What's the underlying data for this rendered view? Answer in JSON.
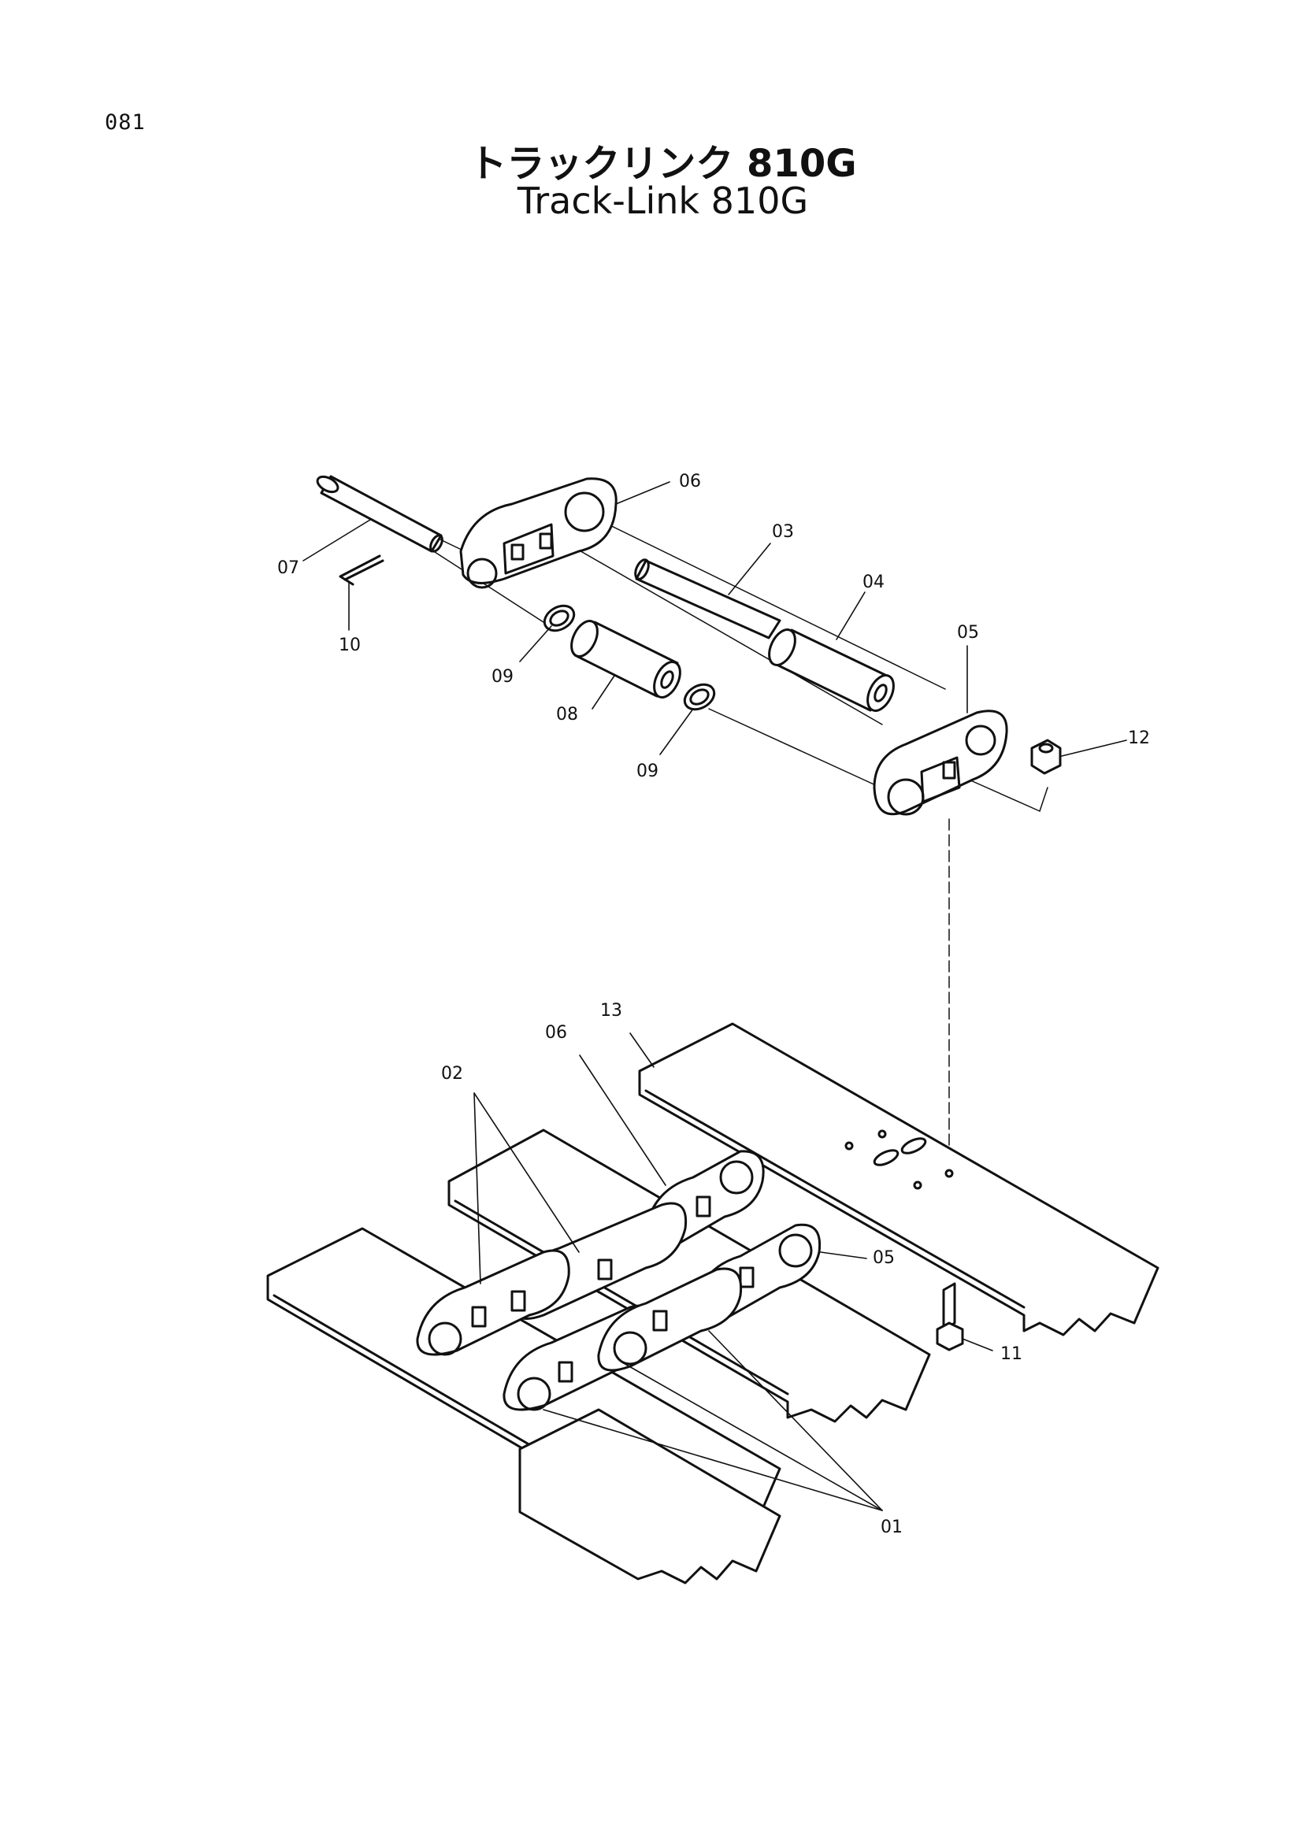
{
  "page_number": "081",
  "title_ja": "トラックリンク 810G",
  "title_en": "Track-Link 810G",
  "callouts": {
    "c01": "01",
    "c02": "02",
    "c03": "03",
    "c04": "04",
    "c05_top": "05",
    "c05_bottom": "05",
    "c06_top": "06",
    "c06_bottom": "06",
    "c07": "07",
    "c08": "08",
    "c09_a": "09",
    "c09_b": "09",
    "c10": "10",
    "c11": "11",
    "c12": "12",
    "c13": "13"
  }
}
